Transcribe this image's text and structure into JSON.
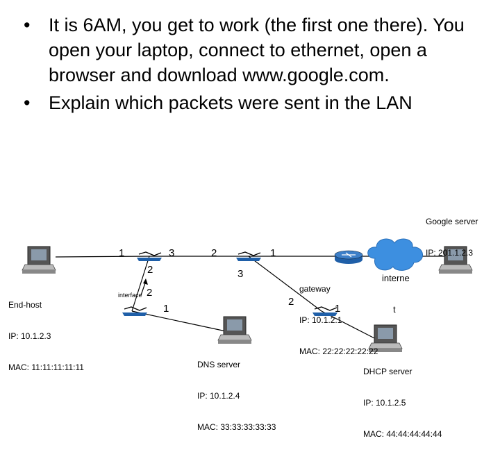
{
  "bullets": [
    "It is 6AM, you get to work (the first one there). You open your laptop, connect to ethernet, open a browser and download www.google.com.",
    "Explain which packets were sent in the LAN"
  ],
  "labels": {
    "google": [
      "Google server",
      "IP: 201.1.2.3"
    ],
    "endhost": [
      "End-host",
      "IP: 10.1.2.3",
      "MAC: 11:11:11:11:11"
    ],
    "dns": [
      "DNS server",
      "IP: 10.1.2.4",
      "MAC: 33:33:33:33:33"
    ],
    "gateway": [
      "gateway",
      "IP: 10.1.2.1",
      "MAC: 22:22:22:22:22"
    ],
    "dhcp": [
      "DHCP server",
      "IP: 10.1.2.5",
      "MAC: 44:44:44:44:44"
    ],
    "internet": [
      "interne",
      "t"
    ],
    "interface": "interface"
  },
  "ports": {
    "s1_1": "1",
    "s1_3": "3",
    "s1_2": "2",
    "s2_2": "2",
    "s2_1": "1",
    "s2_3": "3",
    "s3_2": "2",
    "s3_1": "1",
    "s4_2": "2",
    "s4_1": "1"
  },
  "colors": {
    "line": "#000000",
    "switch": "#1f5fa8",
    "cloud": "#3d8fe0",
    "router": "#1f5fa8"
  }
}
